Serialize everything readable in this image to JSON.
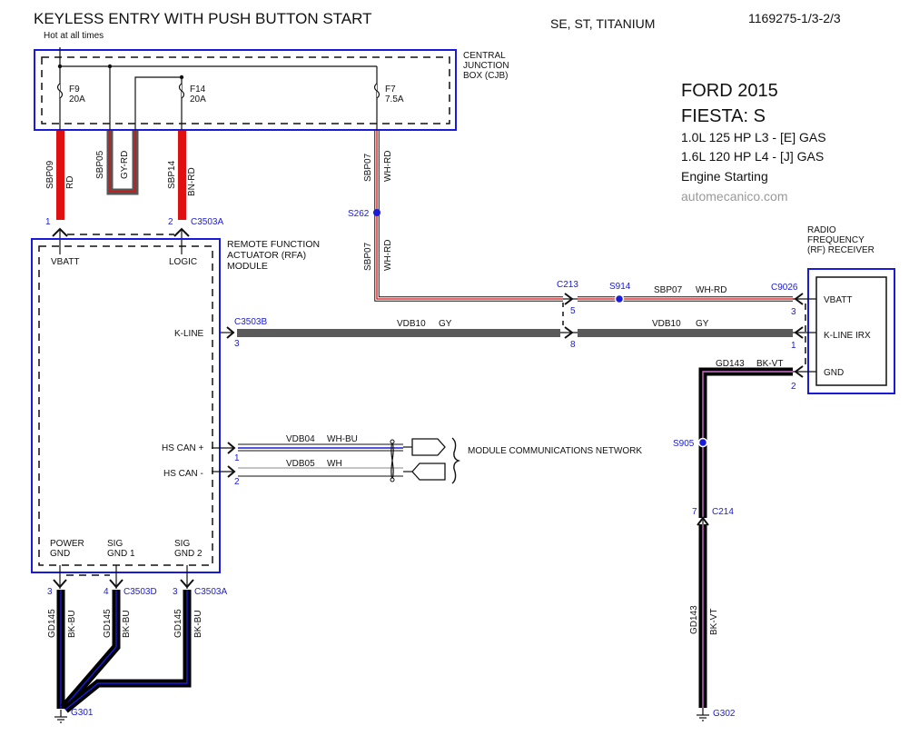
{
  "header": {
    "title": "KEYLESS ENTRY WITH PUSH BUTTON START",
    "subtitle": "Hot at all times",
    "trim": "SE, ST, TITANIUM",
    "doc_number": "1169275-1/3-2/3"
  },
  "vehicle_info": {
    "make_year": "FORD 2015",
    "model": "FIESTA: S",
    "engine_1": "1.0L 125 HP L3 - [E] GAS",
    "engine_2": "1.6L 120 HP L4 - [J] GAS",
    "system": "Engine Starting",
    "watermark": "automecanico.com"
  },
  "colors": {
    "module_border": "#1a1adb",
    "connector_label": "#1a1adb",
    "wire_red": "#e01010",
    "wire_gray": "#5a5a5a",
    "wire_black": "#000000",
    "wire_blue_stripe": "#1a1adb",
    "wire_violet_stripe": "#d070d0"
  },
  "cjb": {
    "label_1": "CENTRAL",
    "label_2": "JUNCTION",
    "label_3": "BOX (CJB)",
    "fuses": [
      {
        "id": "F9",
        "rating": "20A"
      },
      {
        "id": "F14",
        "rating": "20A"
      },
      {
        "id": "F7",
        "rating": "7.5A"
      }
    ]
  },
  "rfa": {
    "label_1": "REMOTE FUNCTION",
    "label_2": "ACTUATOR (RFA)",
    "label_3": "MODULE",
    "pins": {
      "vbatt": "VBATT",
      "logic": "LOGIC",
      "kline": "K-LINE",
      "hscan_plus": "HS CAN +",
      "hscan_minus": "HS CAN -",
      "power_gnd_1": "POWER",
      "power_gnd_2": "GND",
      "sig_gnd1_1": "SIG",
      "sig_gnd1_2": "GND 1",
      "sig_gnd2_1": "SIG",
      "sig_gnd2_2": "GND 2"
    }
  },
  "rf_receiver": {
    "label_1": "RADIO",
    "label_2": "FREQUENCY",
    "label_3": "(RF) RECEIVER",
    "pins": {
      "vbatt": "VBATT",
      "kline": "K-LINE IRX",
      "gnd": "GND"
    }
  },
  "wires": {
    "sbp09": {
      "circuit": "SBP09",
      "color": "RD"
    },
    "sbp05": {
      "circuit": "SBP05",
      "color": "GY-RD"
    },
    "sbp14": {
      "circuit": "SBP14",
      "color": "BN-RD"
    },
    "sbp07_a": {
      "circuit": "SBP07",
      "color": "WH-RD"
    },
    "sbp07_b": {
      "circuit": "SBP07",
      "color": "WH-RD"
    },
    "sbp07_c": {
      "circuit": "SBP07",
      "color": "WH-RD"
    },
    "vdb10_a": {
      "circuit": "VDB10",
      "color": "GY"
    },
    "vdb10_b": {
      "circuit": "VDB10",
      "color": "GY"
    },
    "vdb04": {
      "circuit": "VDB04",
      "color": "WH-BU"
    },
    "vdb05": {
      "circuit": "VDB05",
      "color": "WH"
    },
    "gd143_a": {
      "circuit": "GD143",
      "color": "BK-VT"
    },
    "gd143_b": {
      "circuit": "GD143",
      "color": "BK-VT"
    },
    "gd145_a": {
      "circuit": "GD145",
      "color": "BK-BU"
    },
    "gd145_b": {
      "circuit": "GD145",
      "color": "BK-BU"
    },
    "gd145_c": {
      "circuit": "GD145",
      "color": "BK-BU"
    }
  },
  "connectors": {
    "c3503a_top": {
      "id": "C3503A",
      "pin_vbatt": "1",
      "pin_logic": "2"
    },
    "c3503b": {
      "id": "C3503B",
      "pin": "3"
    },
    "can_pins": {
      "plus": "1",
      "minus": "2"
    },
    "c213": {
      "id": "C213",
      "pin_top": "5",
      "pin_bottom": "8"
    },
    "c9026": {
      "id": "C9026",
      "pin_vbatt": "3",
      "pin_kline": "1",
      "pin_gnd": "2"
    },
    "c214": {
      "id": "C214",
      "pin": "7"
    },
    "c3503d": {
      "id": "C3503D",
      "pin": "4"
    },
    "c3503a_bottom": {
      "id": "C3503A",
      "pin": "3"
    },
    "power_gnd_pin": "3"
  },
  "splices": {
    "s262": "S262",
    "s914": "S914",
    "s905": "S905"
  },
  "grounds": {
    "g301": "G301",
    "g302": "G302"
  },
  "network_label": "MODULE COMMUNICATIONS NETWORK"
}
